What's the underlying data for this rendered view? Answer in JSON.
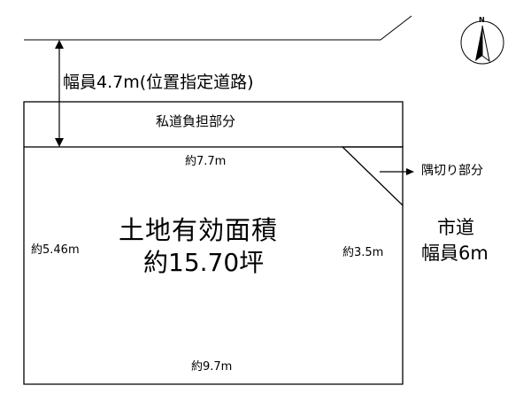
{
  "diagram": {
    "road_width_label": "幅員4.7m(位置指定道路)",
    "private_road_label": "私道負担部分",
    "top_dimension": "約7.7m",
    "corner_cut_label": "隅切り部分",
    "area_title": "土地有効面積",
    "area_value": "約15.70坪",
    "left_dimension": "約5.46m",
    "right_dimension": "約3.5m",
    "city_road_label": "市道",
    "city_road_width": "幅員6m",
    "bottom_dimension": "約9.7m"
  },
  "compass": {
    "north_letter": "N",
    "icon": "north-arrow-icon"
  },
  "colors": {
    "line": "#000000",
    "background": "#ffffff"
  }
}
